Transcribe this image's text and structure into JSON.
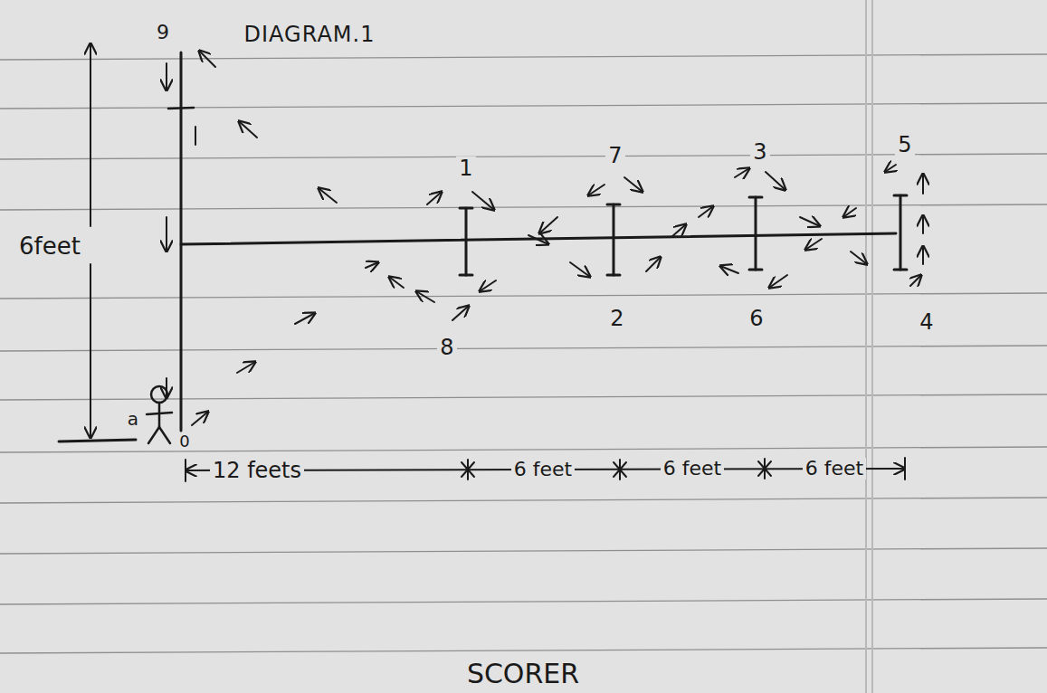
{
  "diagram": {
    "title": "DIAGRAM.1",
    "labels": [
      "9",
      "6feet",
      "a",
      "0",
      "1",
      "7",
      "3",
      "5",
      "2",
      "6",
      "4",
      "8",
      "12 feets",
      "6 feet",
      "6 feet",
      "6 feet",
      "SCORER"
    ]
  }
}
